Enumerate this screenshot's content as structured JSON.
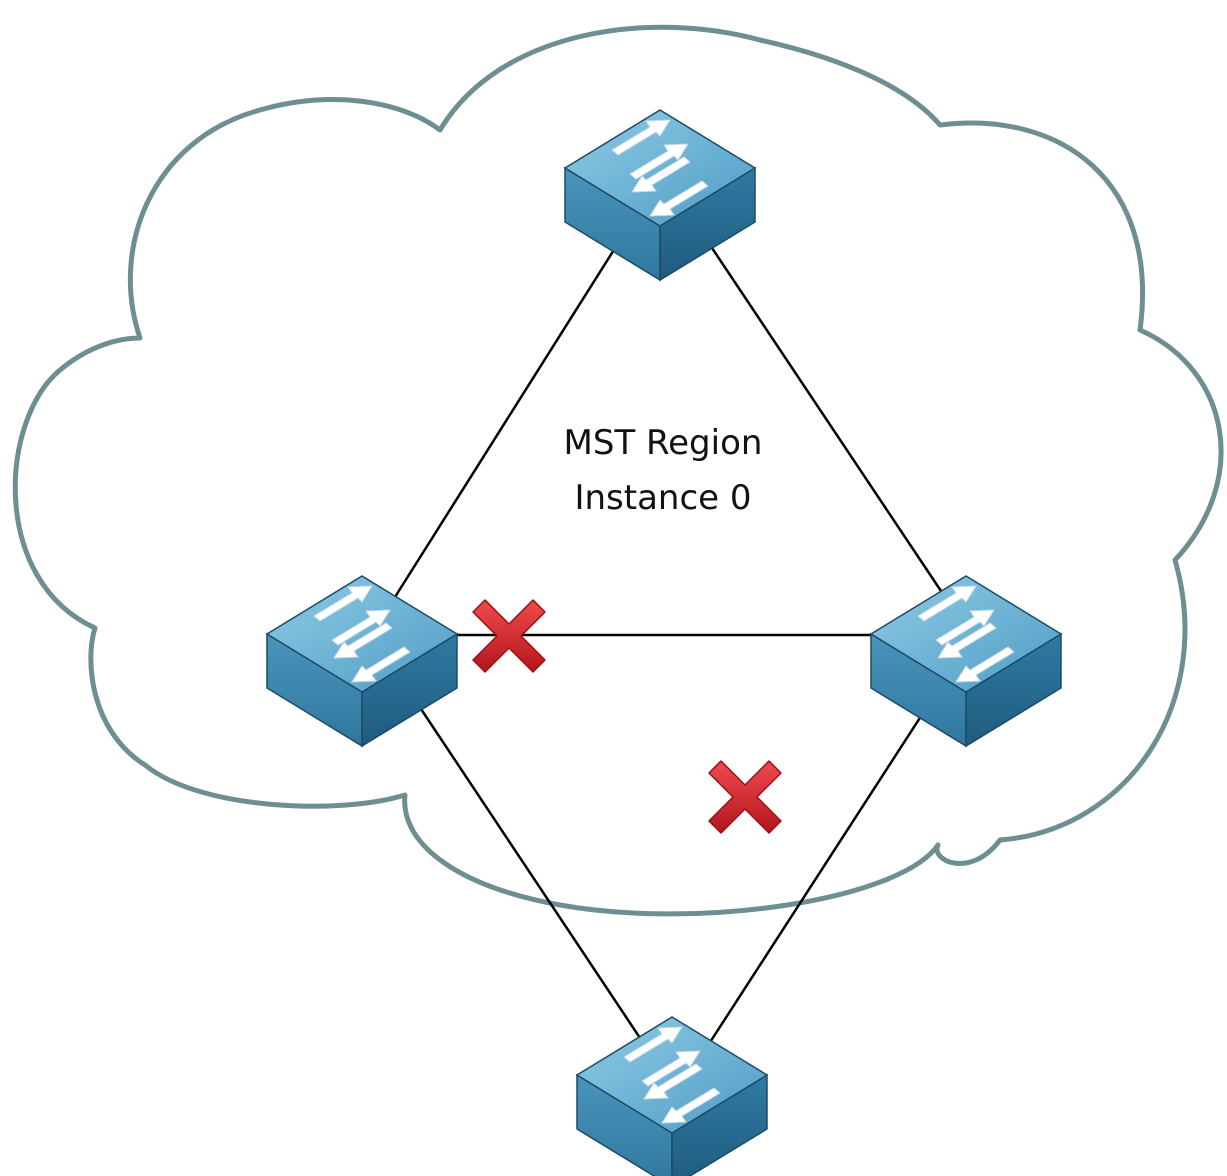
{
  "region": {
    "line1": "MST Region",
    "line2": "Instance 0"
  },
  "colors": {
    "cloud_outline": "#6e8f92",
    "link": "#000000",
    "switch_top": "#6fb6d6",
    "switch_front": "#3f8db6",
    "switch_side": "#2b6f95",
    "blocked_mark": "#d42027"
  },
  "icons": {
    "switch": "layer2-switch-icon",
    "blocked": "blocked-port-x-icon"
  },
  "links": [
    {
      "name": "link-top-left",
      "blocked": false
    },
    {
      "name": "link-top-right",
      "blocked": false
    },
    {
      "name": "link-left-right",
      "blocked": true
    },
    {
      "name": "link-left-bottom",
      "blocked": false
    },
    {
      "name": "link-right-bottom",
      "blocked": true
    }
  ]
}
